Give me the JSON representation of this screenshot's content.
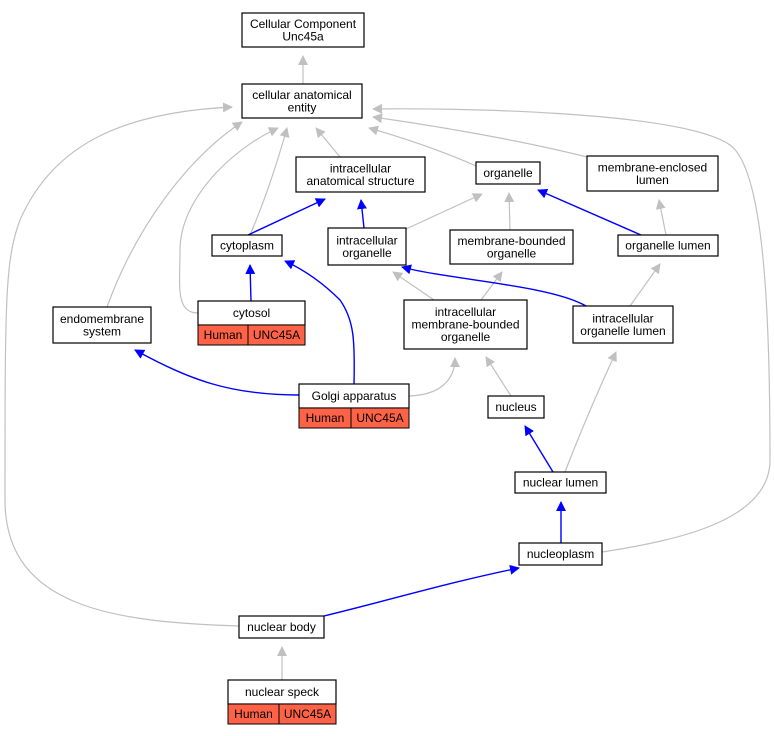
{
  "colors": {
    "is_a": "#c0c0c0",
    "part_of": "#0000ff",
    "annotation": "#ff6347"
  },
  "nodes": [
    {
      "id": "root",
      "lines": [
        "Cellular Component",
        "Unc45a"
      ]
    },
    {
      "id": "cae",
      "lines": [
        "cellular anatomical",
        "entity"
      ]
    },
    {
      "id": "ias",
      "lines": [
        "intracellular",
        "anatomical structure"
      ]
    },
    {
      "id": "organelle",
      "lines": [
        "organelle"
      ]
    },
    {
      "id": "mel",
      "lines": [
        "membrane-enclosed",
        "lumen"
      ]
    },
    {
      "id": "cytoplasm",
      "lines": [
        "cytoplasm"
      ]
    },
    {
      "id": "io",
      "lines": [
        "intracellular",
        "organelle"
      ]
    },
    {
      "id": "mbo",
      "lines": [
        "membrane-bounded",
        "organelle"
      ]
    },
    {
      "id": "ol",
      "lines": [
        "organelle lumen"
      ]
    },
    {
      "id": "endo",
      "lines": [
        "endomembrane",
        "system"
      ]
    },
    {
      "id": "cytosol",
      "lines": [
        "cytosol"
      ],
      "annotation": [
        "Human",
        "UNC45A"
      ]
    },
    {
      "id": "imbo",
      "lines": [
        "intracellular",
        "membrane-bounded",
        "organelle"
      ]
    },
    {
      "id": "iol",
      "lines": [
        "intracellular",
        "organelle lumen"
      ]
    },
    {
      "id": "golgi",
      "lines": [
        "Golgi apparatus"
      ],
      "annotation": [
        "Human",
        "UNC45A"
      ]
    },
    {
      "id": "nucleus",
      "lines": [
        "nucleus"
      ]
    },
    {
      "id": "nlumen",
      "lines": [
        "nuclear lumen"
      ]
    },
    {
      "id": "nucleoplasm",
      "lines": [
        "nucleoplasm"
      ]
    },
    {
      "id": "nbody",
      "lines": [
        "nuclear body"
      ]
    },
    {
      "id": "speck",
      "lines": [
        "nuclear speck"
      ],
      "annotation": [
        "Human",
        "UNC45A"
      ]
    }
  ],
  "edges": [
    {
      "from": "cae",
      "to": "root",
      "type": "is_a"
    },
    {
      "from": "ias",
      "to": "cae",
      "type": "is_a"
    },
    {
      "from": "organelle",
      "to": "cae",
      "type": "is_a"
    },
    {
      "from": "mel",
      "to": "cae",
      "type": "is_a"
    },
    {
      "from": "cytoplasm",
      "to": "cae",
      "type": "is_a"
    },
    {
      "from": "endo",
      "to": "cae",
      "type": "is_a"
    },
    {
      "from": "cytosol",
      "to": "cae",
      "type": "is_a"
    },
    {
      "from": "nucleoplasm",
      "to": "cae",
      "type": "is_a"
    },
    {
      "from": "nbody",
      "to": "cae",
      "type": "is_a"
    },
    {
      "from": "cytoplasm",
      "to": "ias",
      "type": "part_of"
    },
    {
      "from": "io",
      "to": "ias",
      "type": "part_of"
    },
    {
      "from": "io",
      "to": "organelle",
      "type": "is_a"
    },
    {
      "from": "mbo",
      "to": "organelle",
      "type": "is_a"
    },
    {
      "from": "ol",
      "to": "organelle",
      "type": "part_of"
    },
    {
      "from": "ol",
      "to": "mel",
      "type": "is_a"
    },
    {
      "from": "cytosol",
      "to": "cytoplasm",
      "type": "part_of"
    },
    {
      "from": "golgi",
      "to": "cytoplasm",
      "type": "part_of"
    },
    {
      "from": "golgi",
      "to": "endo",
      "type": "part_of"
    },
    {
      "from": "golgi",
      "to": "imbo",
      "type": "is_a"
    },
    {
      "from": "imbo",
      "to": "io",
      "type": "is_a"
    },
    {
      "from": "imbo",
      "to": "mbo",
      "type": "is_a"
    },
    {
      "from": "iol",
      "to": "io",
      "type": "part_of"
    },
    {
      "from": "iol",
      "to": "ol",
      "type": "is_a"
    },
    {
      "from": "nucleus",
      "to": "imbo",
      "type": "is_a"
    },
    {
      "from": "nlumen",
      "to": "nucleus",
      "type": "part_of"
    },
    {
      "from": "nlumen",
      "to": "iol",
      "type": "is_a"
    },
    {
      "from": "nucleoplasm",
      "to": "nlumen",
      "type": "part_of"
    },
    {
      "from": "nbody",
      "to": "nucleoplasm",
      "type": "part_of"
    },
    {
      "from": "speck",
      "to": "nbody",
      "type": "is_a"
    }
  ]
}
